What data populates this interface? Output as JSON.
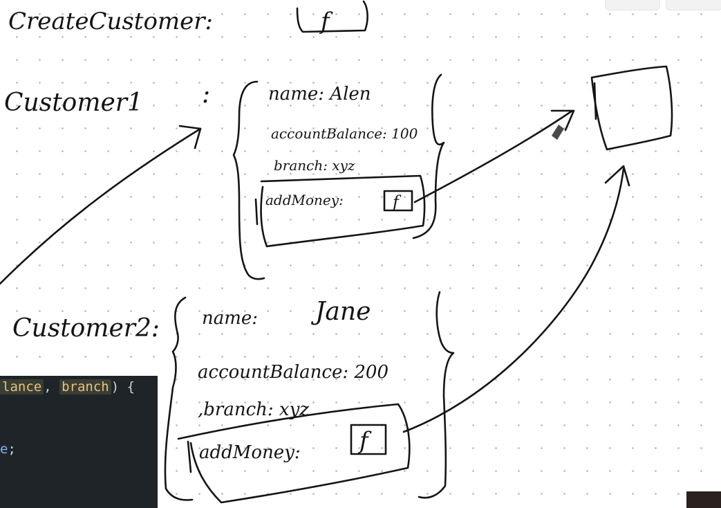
{
  "title": {
    "text": "CreateCustomer:",
    "func": "f"
  },
  "customer1": {
    "label": "Customer1",
    "colon": ":",
    "name_field": "name: Alen",
    "balance_field": "accountBalance: 100",
    "branch_field": "branch: xyz",
    "method_label": "addMoney:",
    "method_func": "f"
  },
  "customer2": {
    "label": "Customer2:",
    "name_field": "name:",
    "name_value": "Jane",
    "balance_field": "accountBalance: 200",
    "branch_field": ",branch: xyz",
    "method_label": "addMoney:",
    "method_func": "f"
  },
  "code": {
    "line1_param1": "lance",
    "line1_sep": ", ",
    "line1_param2": "branch",
    "line1_tail": ") {",
    "line2_var": "e",
    "line2_tail": ";"
  },
  "colors": {
    "ink": "#141414",
    "dot_grid": "#b9b9bf",
    "code_bg": "#1f2429",
    "code_param": "#e7c47a",
    "code_var": "#7fb3ee"
  }
}
